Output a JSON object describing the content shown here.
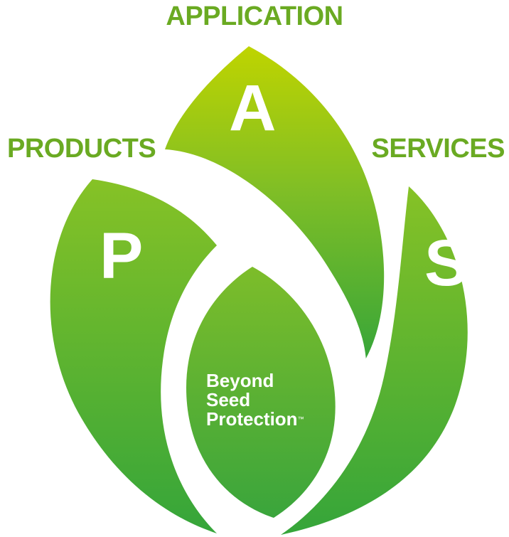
{
  "labels": {
    "top": "APPLICATION",
    "left": "PRODUCTS",
    "right": "SERVICES"
  },
  "letters": {
    "application": "A",
    "products": "P",
    "services": "S"
  },
  "center": {
    "line1": "Beyond",
    "line2": "Seed",
    "line3": "Protection",
    "trademark": "™"
  },
  "colors": {
    "label_green": "#6aaa22",
    "leaf_light": "#bfd400",
    "leaf_mid": "#7fbe26",
    "leaf_dark": "#33a43a",
    "text_on_leaf": "#ffffff"
  }
}
